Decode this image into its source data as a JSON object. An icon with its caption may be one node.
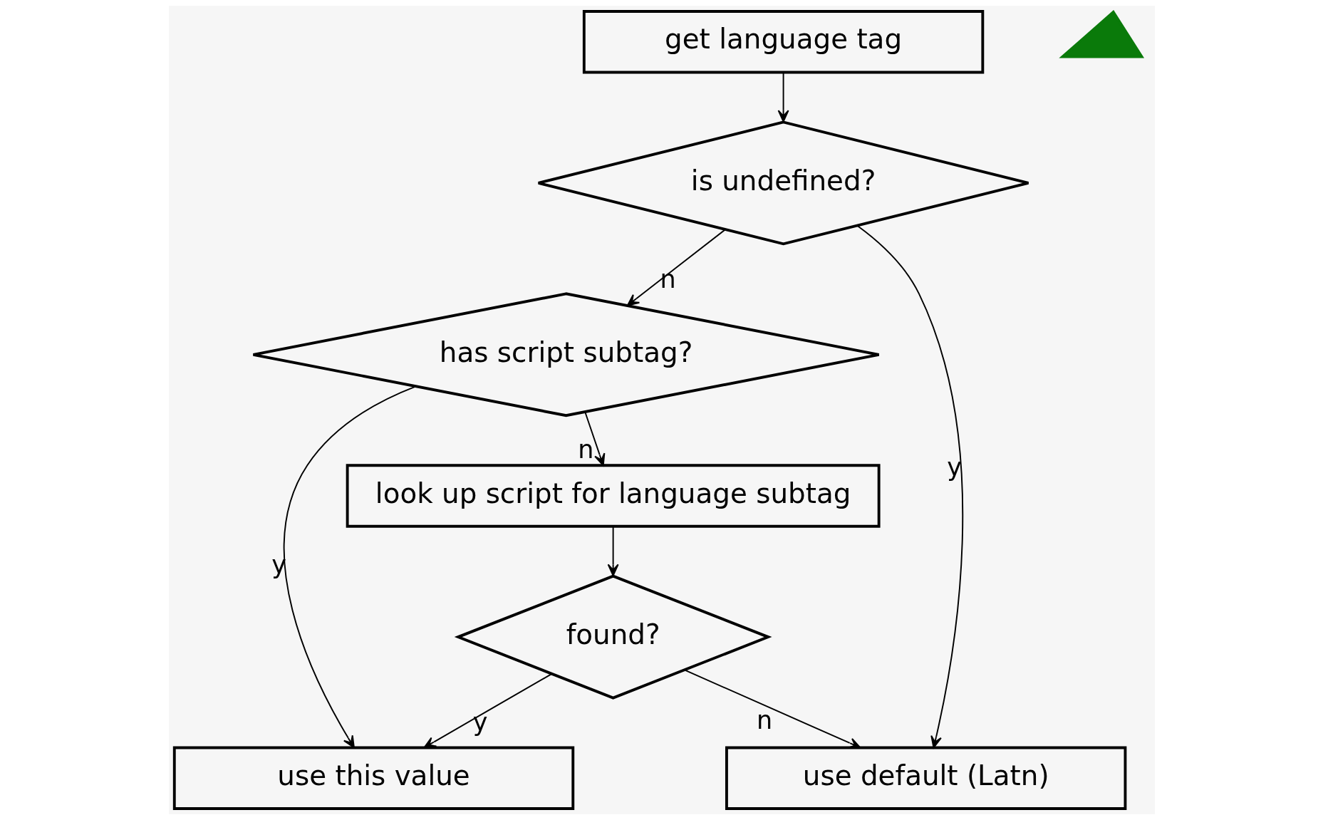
{
  "diagram": {
    "nodes": [
      {
        "text": [
          "get language tag"
        ]
      },
      {
        "text": [
          "is undefined?"
        ]
      },
      {
        "text": [
          "has script subtag?"
        ]
      },
      {
        "text": [
          "look up script for language subtag"
        ]
      },
      {
        "text": [
          "found?"
        ]
      },
      {
        "text": [
          "use this value"
        ]
      },
      {
        "text": [
          "use default (Latn)"
        ]
      },
      {
        "text": [],
        "shape": "checkmark"
      }
    ],
    "edges": [
      {
        "from": 0,
        "to": 1,
        "arrow": "to"
      },
      {
        "from": 1,
        "to": 6,
        "arrow": "to",
        "label": "y"
      },
      {
        "from": 1,
        "to": 2,
        "arrow": "to",
        "label": "n"
      },
      {
        "from": 2,
        "to": 5,
        "arrow": "to",
        "label": "y"
      },
      {
        "from": 2,
        "to": 3,
        "arrow": "to",
        "label": "n"
      },
      {
        "from": 3,
        "to": 4,
        "arrow": "to"
      },
      {
        "from": 4,
        "to": 5,
        "arrow": "to",
        "label": "y"
      },
      {
        "from": 4,
        "to": 6,
        "arrow": "to",
        "label": "n"
      }
    ]
  }
}
